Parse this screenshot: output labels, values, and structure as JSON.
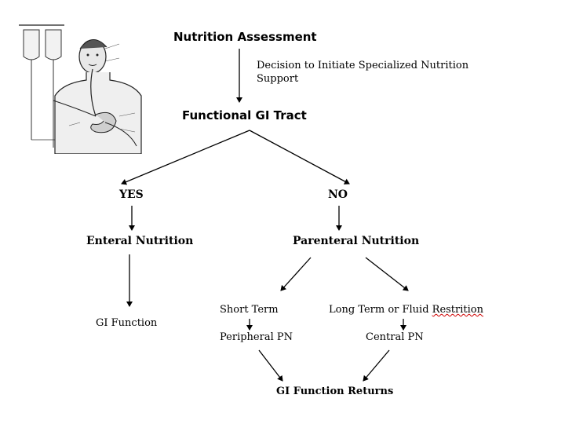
{
  "diagram": {
    "title": "Nutrition Assessment",
    "decision": "Decision to Initiate Specialized Nutrition Support",
    "functional_gi_tract": "Functional GI Tract",
    "yes": "YES",
    "no": "NO",
    "enteral": "Enteral Nutrition",
    "parenteral": "Parenteral Nutrition",
    "gi_function": "GI Function",
    "short_term": "Short Term",
    "long_term_prefix": "Long Term or Fluid ",
    "long_term_misspelled": "Restrition",
    "peripheral_pn": "Peripheral PN",
    "central_pn": "Central PN",
    "gi_function_returns": "GI Function Returns"
  },
  "illustration": {
    "description_icon": "feeding-tube-patient-illustration"
  }
}
